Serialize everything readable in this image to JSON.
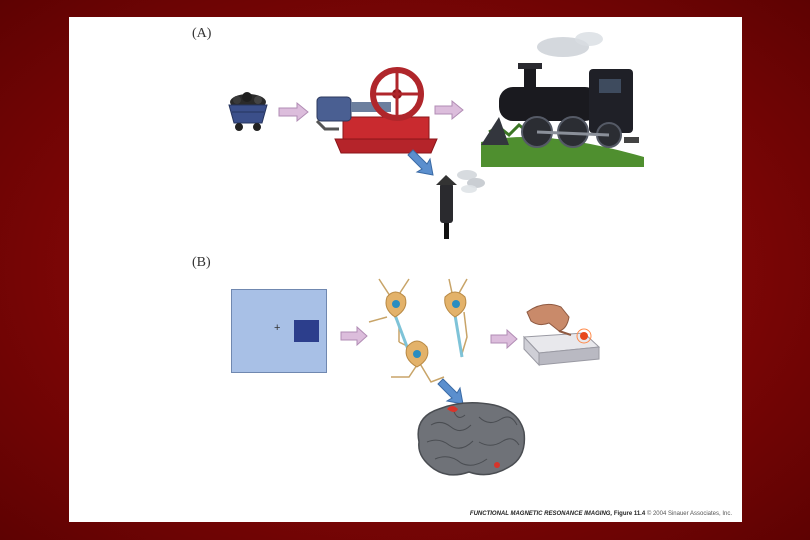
{
  "panels": {
    "a": {
      "label": "(A)"
    },
    "b": {
      "label": "(B)"
    }
  },
  "stimulus": {
    "symbol": "+"
  },
  "caption": {
    "figure_title": "FUNCTIONAL MAGNETIC RESONANCE IMAGING,",
    "figure_number": "Figure 11.4",
    "copyright": "© 2004 Sinauer Associates, Inc."
  },
  "colors": {
    "background": "#8a0808",
    "arrow_flow": "#d9b7d9",
    "arrow_output": "#5b8fce",
    "stimulus_screen": "#a8c0e6",
    "stimulus_square": "#2c3e8c",
    "engine": "#c8272d"
  }
}
